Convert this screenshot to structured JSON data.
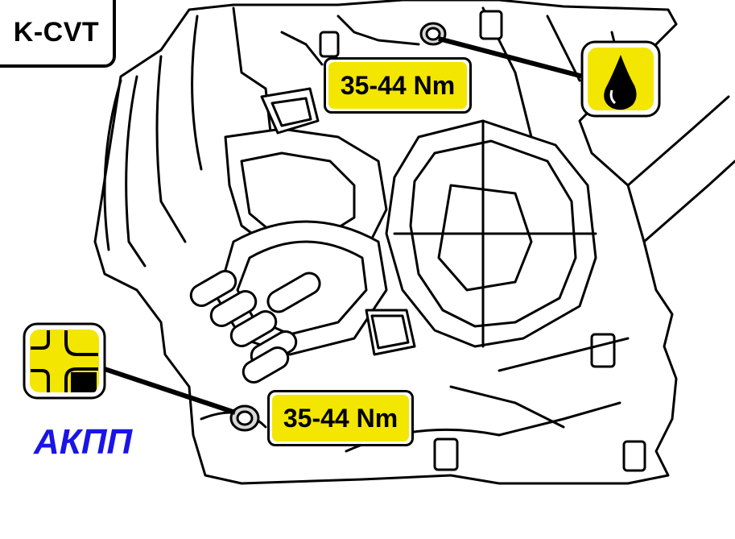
{
  "model_label": "K-CVT",
  "torque_top": "35-44 Nm",
  "torque_bottom": "35-44 Nm",
  "transmission_label": "АКПП",
  "icons": {
    "oil_fill": "oil-drop-icon",
    "oil_level": "fluid-level-icon"
  },
  "colors": {
    "callout_fill": "#f3e600",
    "transmission_label": "#1a14e6",
    "line_art": "#000000"
  }
}
